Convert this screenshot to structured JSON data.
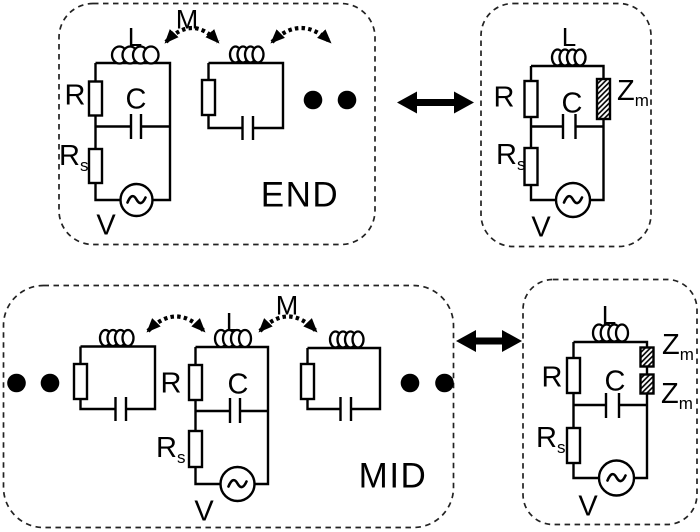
{
  "figure_type": "coupled-resonator-circuit-equivalence-diagram",
  "colors": {
    "line": "#000000",
    "background": "#ffffff",
    "dashed_border": "#222222"
  },
  "panels": {
    "end_array": {
      "tag": "END",
      "mutual_label": "M",
      "driven_circuit": {
        "inductor": "L",
        "resistor": "R",
        "capacitor": "C",
        "source_resistor_base": "R",
        "source_resistor_sub": "s",
        "source": "V"
      }
    },
    "end_equivalent": {
      "inductor": "L",
      "resistor": "R",
      "capacitor": "C",
      "impedance_base": "Z",
      "impedance_sub": "m",
      "source_resistor_base": "R",
      "source_resistor_sub": "s",
      "source": "V"
    },
    "mid_array": {
      "tag": "MID",
      "mutual_label": "M",
      "driven_circuit": {
        "inductor": "L",
        "resistor": "R",
        "capacitor": "C",
        "source_resistor_base": "R",
        "source_resistor_sub": "s",
        "source": "V"
      }
    },
    "mid_equivalent": {
      "inductor": "L",
      "resistor": "R",
      "capacitor": "C",
      "impedance1_base": "Z",
      "impedance1_sub": "m",
      "impedance2_base": "Z",
      "impedance2_sub": "m",
      "source_resistor_base": "R",
      "source_resistor_sub": "s",
      "source": "V"
    }
  }
}
